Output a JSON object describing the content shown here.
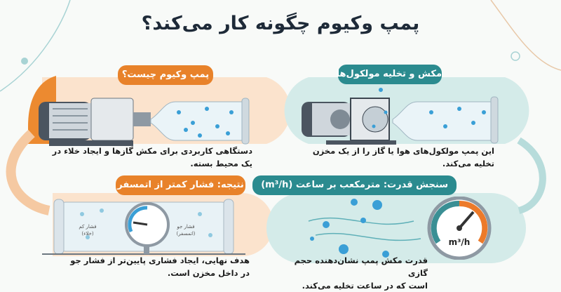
{
  "title": "پمپ وکیوم چگونه کار می‌کند؟",
  "colors": {
    "orange": "#e8822a",
    "teal": "#2b8b8f",
    "title": "#1e2a38",
    "molecule": "#3a9fd6"
  },
  "panels": [
    {
      "label": "پمپ وکیوم چیست؟",
      "caption": "دستگاهی کاربردی برای مکش گازها و ایجاد خلاء در یک محیط بسته.",
      "icon": "vacuum-pump-icon"
    },
    {
      "label": "مکش و تخلیه مولکول‌ها",
      "caption": "این پمپ مولکول‌های هوا یا گاز را از یک مخزن تخلیه می‌کند.",
      "icon": "pump-cutaway-icon"
    },
    {
      "label": "نتیجه: فشار کمتر از اتمسفر",
      "caption_line1": "هدف نهایی، ایجاد فشاری پایین‌تر از فشار جو",
      "caption_line2": "در داخل مخزن است.",
      "gauge_low": "فشار کم",
      "gauge_low_sub": "(خلاء)",
      "gauge_high": "فشار جو",
      "gauge_high_sub": "(اتمسفر)",
      "icon": "pressure-gauge-icon"
    },
    {
      "label": "سنجش قدرت: مترمکعب بر ساعت (m³/h)",
      "caption_line1": "قدرت مکش پمپ نشان‌دهنده حجم گازی",
      "caption_line2": "است که در ساعت تخلیه می‌کند.",
      "gauge_unit": "m³/h",
      "icon": "flow-gauge-icon"
    }
  ]
}
